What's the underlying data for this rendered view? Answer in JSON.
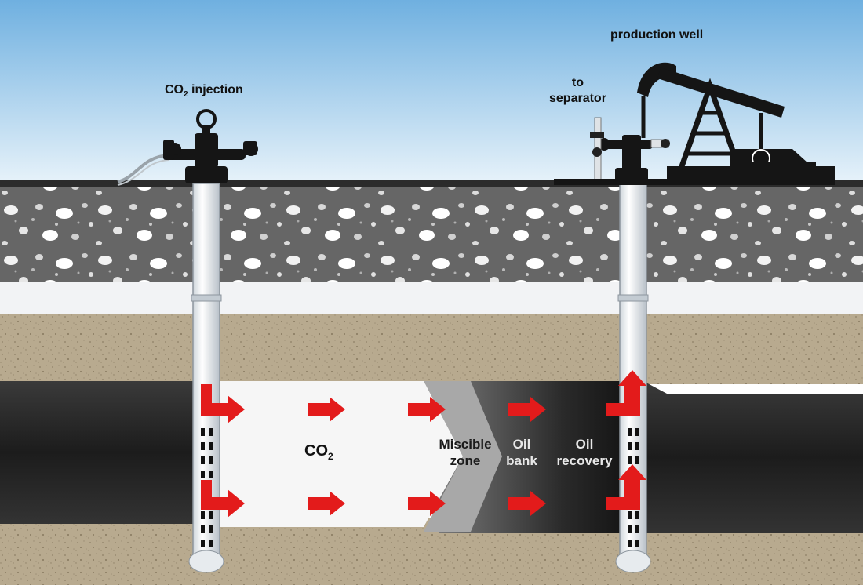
{
  "labels": {
    "co2_injection": {
      "main": "CO",
      "sub": "2",
      "rest": " injection"
    },
    "production_well": "production well",
    "to_separator": {
      "line1": "to",
      "line2": "separator"
    },
    "co2_zone": {
      "main": "CO",
      "sub": "2"
    },
    "miscible_zone": {
      "line1": "Miscible",
      "line2": "zone"
    },
    "oil_bank": {
      "line1": "Oil",
      "line2": "bank"
    },
    "oil_recovery": {
      "line1": "Oil",
      "line2": "recovery"
    }
  },
  "colors": {
    "sky_top": "#6fb0e0",
    "sky_bottom": "#e8f3fa",
    "gravel": "#6b6b6b",
    "sand": "#b7a98e",
    "oil": "#2a2a2a",
    "co2_zone": "#f6f6f6",
    "arrow": "#e31b1b"
  }
}
